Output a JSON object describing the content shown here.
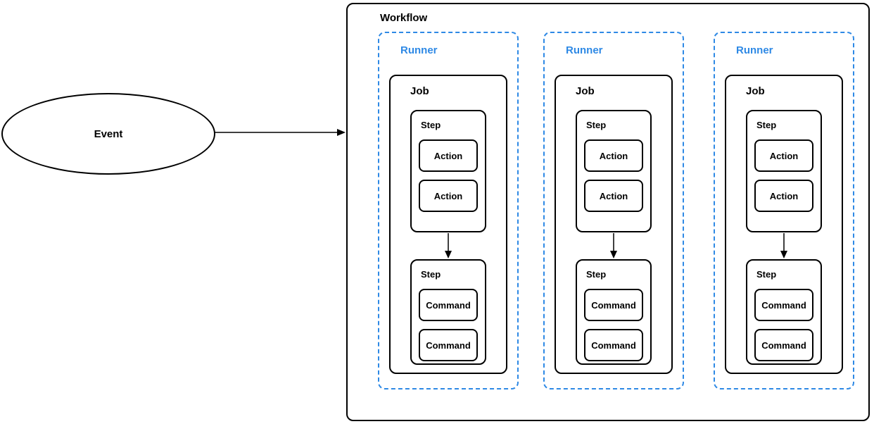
{
  "diagram": {
    "event": {
      "label": "Event"
    },
    "workflow": {
      "label": "Workflow"
    },
    "runners": [
      {
        "label": "Runner",
        "job": {
          "label": "Job",
          "steps": [
            {
              "label": "Step",
              "items": [
                "Action",
                "Action"
              ]
            },
            {
              "label": "Step",
              "items": [
                "Command",
                "Command"
              ]
            }
          ]
        }
      },
      {
        "label": "Runner",
        "job": {
          "label": "Job",
          "steps": [
            {
              "label": "Step",
              "items": [
                "Action",
                "Action"
              ]
            },
            {
              "label": "Step",
              "items": [
                "Command",
                "Command"
              ]
            }
          ]
        }
      },
      {
        "label": "Runner",
        "job": {
          "label": "Job",
          "steps": [
            {
              "label": "Step",
              "items": [
                "Action",
                "Action"
              ]
            },
            {
              "label": "Step",
              "items": [
                "Command",
                "Command"
              ]
            }
          ]
        }
      }
    ],
    "colors": {
      "runner_blue": "#2e89e5",
      "border_black": "#000000",
      "background": "#ffffff"
    }
  }
}
